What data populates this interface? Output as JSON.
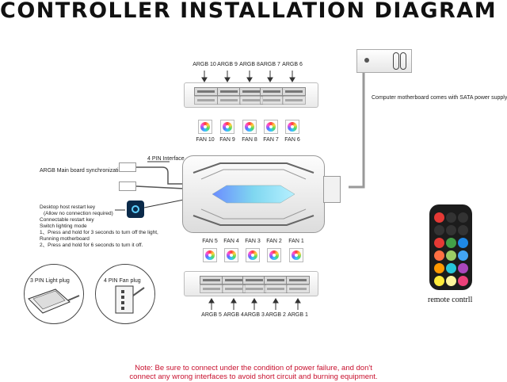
{
  "title": "CONTROLLER INSTALLATION DIAGRAM",
  "top_argb_labels": [
    "ARGB 10",
    "ARGB 9",
    "ARGB 8",
    "ARGB 7",
    "ARGB 6"
  ],
  "top_fan_labels": [
    "FAN 10",
    "FAN 9",
    "FAN 8",
    "FAN 7",
    "FAN 6"
  ],
  "bottom_fan_labels": [
    "FAN 5",
    "FAN 4",
    "FAN 3",
    "FAN 2",
    "FAN 1"
  ],
  "bottom_argb_labels": [
    "ARGB 5",
    "ARGB 4",
    "ARGB 3",
    "ARGB 2",
    "ARGB 1"
  ],
  "sata_note": "Computer motherboard comes with SATA power supply cable",
  "four_pin_interface": "4 PIN Interface",
  "argb_sync_line": "ARGB Main board synchronization line",
  "restart_lines": [
    "Desktop host restart key",
    "(Allow no connection required)",
    "Connectable restart key",
    "Switch lighting mode",
    "1、Press and hold for 3 seconds to turn off the light,",
    "Running motherboard",
    "2、Press and hold for 6 seconds to turn it off."
  ],
  "plug_3pin": "3 PIN Light plug",
  "plug_4pin": "4 PIN Fan plug",
  "remote_label": "remote contrll",
  "warning_lines": [
    "Note: Be sure to connect under the condition of power failure, and don't",
    "connect any wrong interfaces to avoid short circuit and burning equipment."
  ],
  "colors": {
    "warning": "#c8102e",
    "remote_body": "#1c1c1c",
    "remote_power": "#e53935",
    "hub_glow": "#7fd7f0"
  },
  "remote_buttons": [
    [
      "#e53935",
      "#333333",
      "#333333"
    ],
    [
      "#333333",
      "#333333",
      "#333333"
    ],
    [
      "#333333",
      "#333333",
      "#333333"
    ],
    [
      "#e53935",
      "#2e7d32",
      "#1565c0"
    ],
    [
      "#ff7043",
      "#66bb6a",
      "#42a5f5"
    ],
    [
      "#ff9800",
      "#26c6da",
      "#ab47bc"
    ],
    [
      "#ffeb3b",
      "#00acc1",
      "#ec407a"
    ]
  ]
}
